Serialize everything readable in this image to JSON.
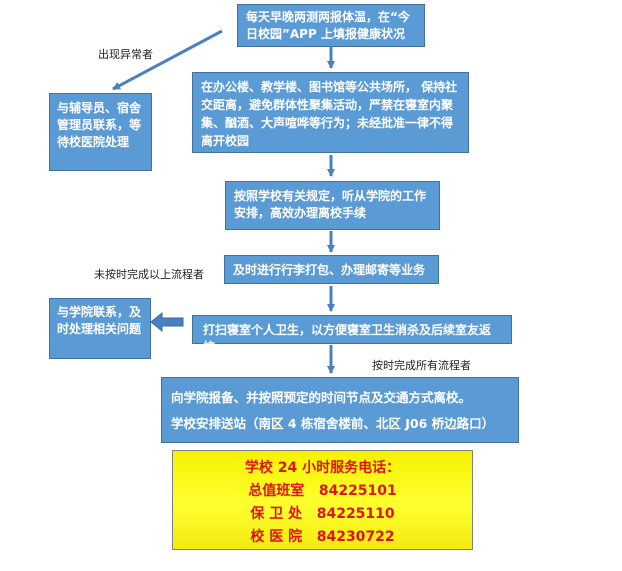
{
  "boxes": {
    "temperature": "每天早晚两测两报体温，在“今日校园”APP 上填报健康状况",
    "public_places": "在办公楼、教学楼、图书馆等公共场所， 保持社交距离，避免群体性聚集活动，严禁在寝室内聚集、酗酒、大声喧哗等行为；未经批准一律不得离开校园",
    "contact_counselor": "与辅导员、宿舍管理员联系，等待校医院处理",
    "procedures": "按照学校有关规定，听从学院的工作安排，高效办理离校手续",
    "packing": "及时进行行李打包、办理邮寄等业务",
    "cleaning": "打扫寝室个人卫生，以方便寝室卫生消杀及后续室友返校",
    "contact_college": "与学院联系，及时处理相关问题",
    "report_line1": "向学院报备、并按照预定的时间节点及交通方式离校。",
    "report_line2": "学校安排送站（南区 4 栋宿舍楼前、北区 J06 桥边路口）"
  },
  "notes": {
    "abnormal": "出现异常者",
    "not_completed": "未按时完成以上流程者",
    "completed": "按时完成所有流程者"
  },
  "hotline": {
    "title": "学校 24 小时服务电话：",
    "rows": [
      {
        "label": "总值班室",
        "number": "84225101"
      },
      {
        "label": "保 卫 处",
        "number": "84225110"
      },
      {
        "label": "校 医 院",
        "number": "84230722"
      }
    ]
  },
  "colors": {
    "box_fill": "#5b9bd5",
    "box_border": "#41719c",
    "arrow": "#4a7fc0",
    "hotline_bg": "#ffff00",
    "hotline_text": "#e01414"
  }
}
